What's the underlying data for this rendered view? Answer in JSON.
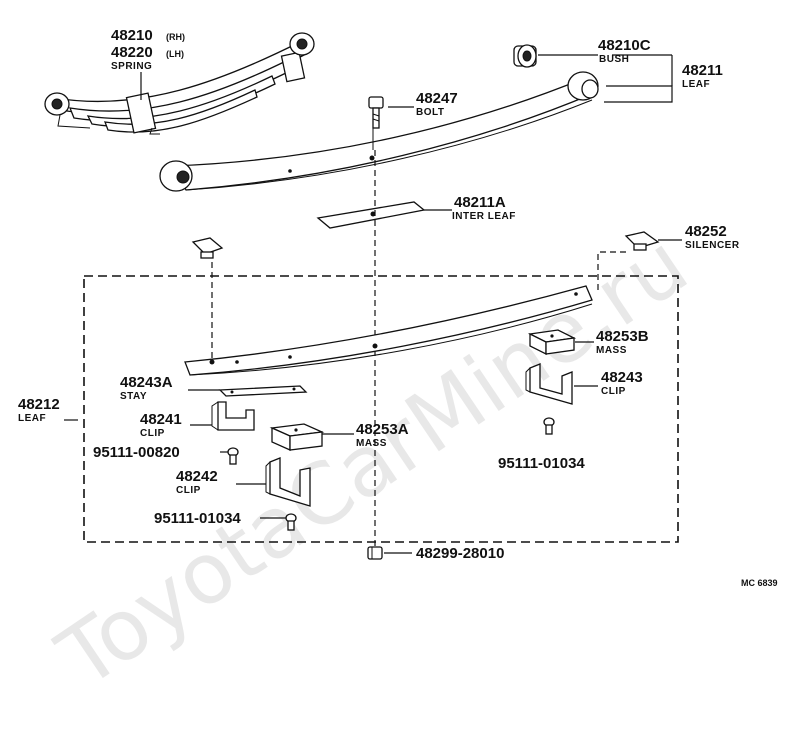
{
  "watermark": "ToyotaCarMine.ru",
  "diagram_code": "MC 6839",
  "parts": {
    "spring": {
      "num1": "48210",
      "sup1": "(RH)",
      "num2": "48220",
      "sup2": "(LH)",
      "desc": "SPRING"
    },
    "bush": {
      "num": "48210C",
      "desc": "BUSH"
    },
    "leaf_top": {
      "num": "48211",
      "desc": "LEAF"
    },
    "bolt": {
      "num": "48247",
      "desc": "BOLT"
    },
    "inter_leaf": {
      "num": "48211A",
      "desc": "INTER LEAF"
    },
    "silencer": {
      "num": "48252",
      "desc": "SILENCER"
    },
    "leaf_assy": {
      "num": "48212",
      "desc": "LEAF"
    },
    "mass_b": {
      "num": "48253B",
      "desc": "MASS"
    },
    "clip_r": {
      "num": "48243",
      "desc": "CLIP"
    },
    "stay": {
      "num": "48243A",
      "desc": "STAY"
    },
    "clip_l": {
      "num": "48241",
      "desc": "CLIP"
    },
    "mass_a": {
      "num": "48253A",
      "desc": "MASS"
    },
    "screw_l": {
      "num": "95111-00820"
    },
    "clip_lower": {
      "num": "48242",
      "desc": "CLIP"
    },
    "screw_r": {
      "num": "95111-01034"
    },
    "screw_bottom": {
      "num": "95111-01034"
    },
    "nut": {
      "num": "48299-28010"
    }
  }
}
